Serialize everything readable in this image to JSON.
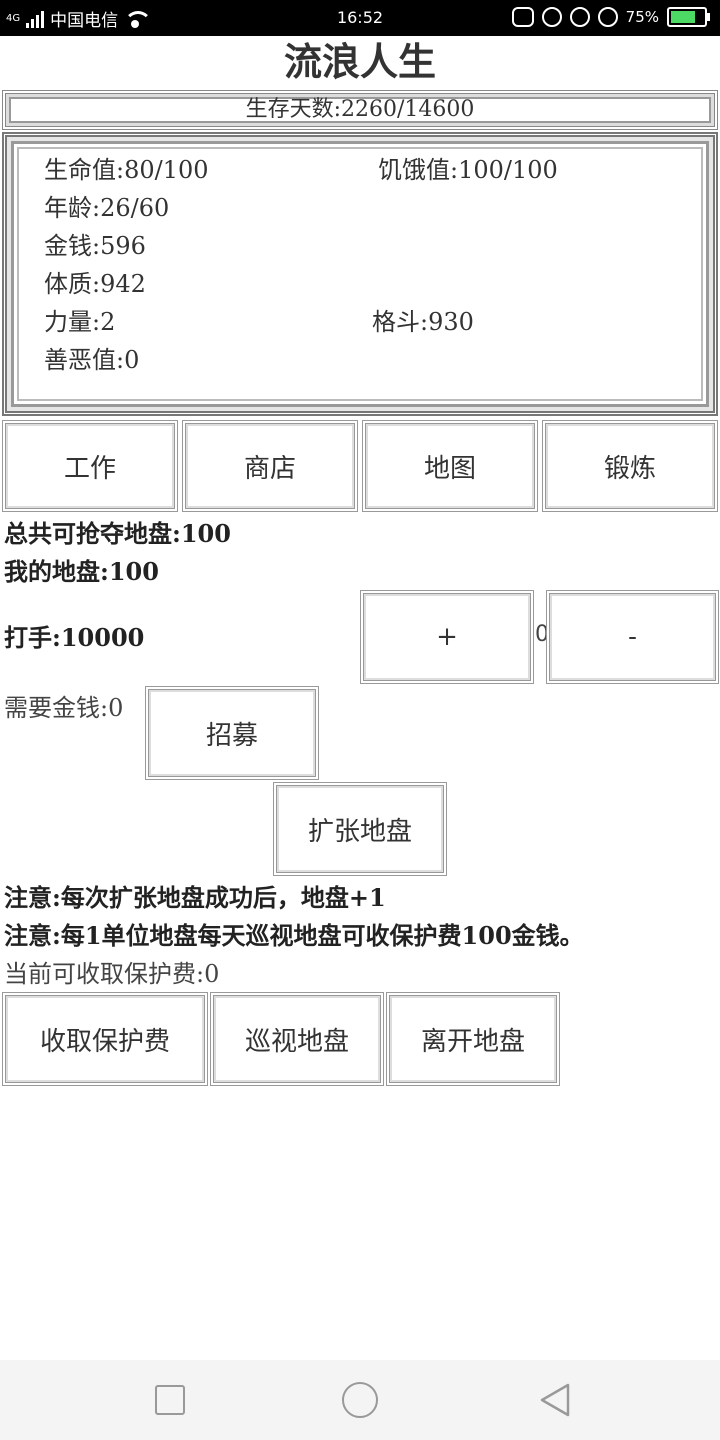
{
  "status_bar": {
    "network": "4G",
    "carrier": "中国电信",
    "time": "16:52",
    "battery": "75%",
    "battery_level": 0.75,
    "icons": [
      "signal-icon",
      "wifi-icon",
      "gamepad-icon",
      "user-icon",
      "lock-rotation-icon",
      "alarm-icon",
      "battery-icon"
    ]
  },
  "title": "流浪人生",
  "days": "生存天数:2260/14600",
  "stats": {
    "life": "生命值:80/100",
    "hunger": "饥饿值:100/100",
    "age": "年龄:26/60",
    "money": "金钱:596",
    "constitution": "体质:942",
    "strength": "力量:2",
    "fighting": "格斗:930",
    "morality": "善恶值:0"
  },
  "nav_buttons": {
    "work": "工作",
    "shop": "商店",
    "map": "地图",
    "train": "锻炼"
  },
  "territory": {
    "total": "总共可抢夺地盘:100",
    "mine": "我的地盘:100",
    "thugs": "打手:10000",
    "plus": "+",
    "count": "0",
    "minus": "-",
    "cost": "需要金钱:0",
    "recruit": "招募",
    "expand": "扩张地盘",
    "note1": "注意:每次扩张地盘成功后，地盘+1",
    "note2": "注意:每1单位地盘每天巡视地盘可收保护费100金钱。",
    "current_fee": "当前可收取保护费:0",
    "collect": "收取保护费",
    "patrol": "巡视地盘",
    "leave": "离开地盘"
  },
  "colors": {
    "status_bar": "#000000",
    "battery_fill": "#4cd964",
    "nav_bar": "#f4f4f4"
  }
}
